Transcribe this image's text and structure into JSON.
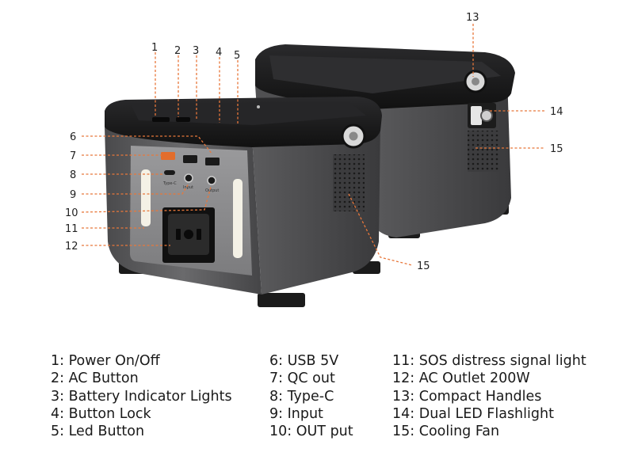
{
  "callouts": [
    "1",
    "2",
    "3",
    "4",
    "5",
    "6",
    "7",
    "8",
    "9",
    "10",
    "11",
    "12",
    "13",
    "14",
    "15"
  ],
  "ports": {
    "type_c": "Type-C",
    "input": "Input",
    "output": "Output"
  },
  "legend": {
    "col1": [
      "1: Power On/Off",
      "2: AC Button",
      "3: Battery Indicator Lights",
      "4: Button Lock",
      "5: Led Button"
    ],
    "col2": [
      "6: USB 5V",
      "7: QC out",
      "8: Type-C",
      "9: Input",
      "10: OUT put"
    ],
    "col3": [
      "11: SOS distress signal light",
      "12: AC Outlet 200W",
      "13: Compact Handles",
      "14: Dual LED Flashlight",
      "15: Cooling Fan"
    ]
  }
}
